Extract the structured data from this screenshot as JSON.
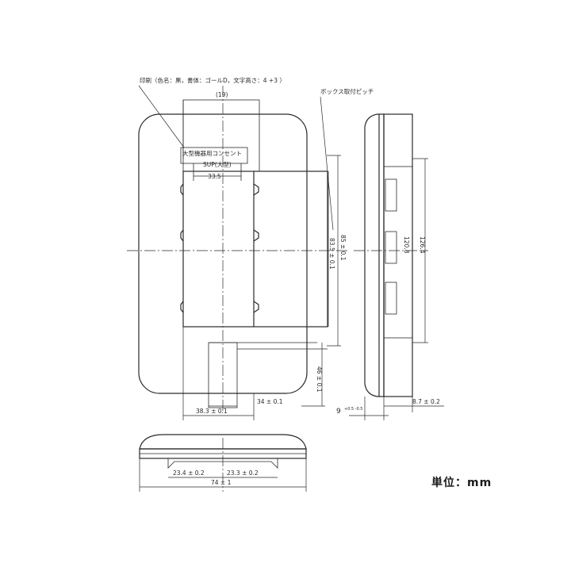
{
  "callouts": {
    "print_spec": "印刷（色名：黒，書体：ゴールD，文字高さ：4 +3 ）",
    "box_pitch": "ボックス取付ピッチ",
    "label_outlet": "大型機器用コンセント",
    "label_small": "SUP(大型)",
    "top_dim": "(19)"
  },
  "dimensions": {
    "opening_inner": "33.5",
    "right_a": "85 ± 0.1",
    "right_b": "83.5 ± 0.1",
    "right_c": "46 ± 0.1",
    "bottom_left_small": "34 ± 0.1",
    "bottom_left_wide": "38.3 ± 0.1",
    "side_height_1": "120.8",
    "side_height_2": "126.4",
    "side_depth": "8.7 ± 0.2",
    "side_offset": "9",
    "side_offset_tol": "+0.5 -0.5",
    "bottom_width_left": "23.4 ± 0.2",
    "bottom_width_right": "23.3 ± 0.2",
    "bottom_total": "74 ± 1"
  },
  "unit_label": "単位：mm",
  "colors": {
    "line": "#2a2a2a",
    "paper": "#ffffff"
  }
}
